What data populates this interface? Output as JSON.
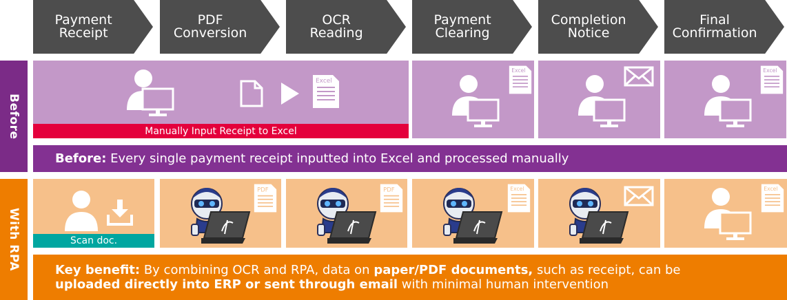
{
  "steps": [
    {
      "label": "Payment\nReceipt"
    },
    {
      "label": "PDF\nConversion"
    },
    {
      "label": "OCR\nReading"
    },
    {
      "label": "Payment\nClearing"
    },
    {
      "label": "Completion\nNotice"
    },
    {
      "label": "Final\nConfirmation"
    }
  ],
  "before": {
    "side_label": "Before",
    "manual_banner": "Manually Input Receipt to Excel",
    "summary_bold": "Before:",
    "summary_text": " Every single payment receipt inputted into Excel and processed manually"
  },
  "rpa": {
    "side_label": "With RPA",
    "scan_banner": "Scan doc.",
    "line1_bold1": "Key benefit:",
    "line1_text1": " By combining OCR and RPA, data on ",
    "line1_bold2": "paper/PDF documents,",
    "line1_text2": " such as receipt, can be",
    "line2_bold": "uploaded directly into ERP or sent through email",
    "line2_text": " with minimal human intervention"
  },
  "doc_labels": {
    "excel": "Excel",
    "pdf": "PDF"
  },
  "colors": {
    "header": "#4d4d4d",
    "before_side": "#7b2b87",
    "before_box": "#c398c8",
    "before_summary": "#833192",
    "manual_banner": "#e4003c",
    "rpa_orange": "#ee7d00",
    "rpa_box": "#f6c08a",
    "scan_banner": "#00a6a0"
  },
  "icons": [
    "user-icon",
    "monitor-icon",
    "document-icon",
    "play-arrow-icon",
    "excel-doc-icon",
    "pdf-doc-icon",
    "envelope-icon",
    "download-icon",
    "robot-icon",
    "laptop-icon"
  ]
}
